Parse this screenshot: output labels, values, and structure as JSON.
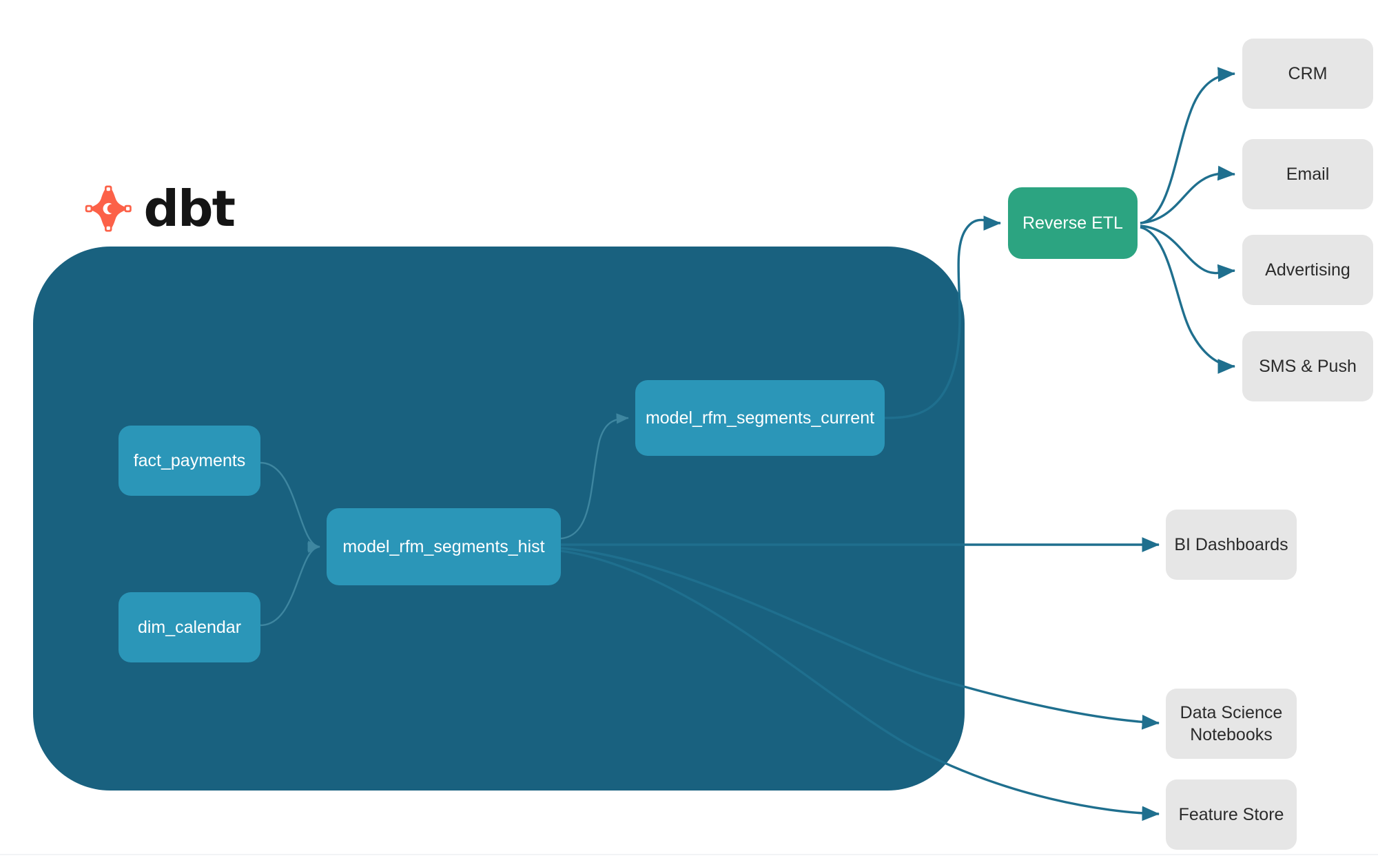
{
  "diagram": {
    "title_logo": {
      "wordmark": "dbt",
      "mark_name": "dbt-logo-mark",
      "mark_color": "#FC6148"
    },
    "colors": {
      "project_container": "#19617F",
      "model_node": "#2B96B8",
      "reverse_etl": "#2CA481",
      "destination": "#E6E6E6",
      "edge_outer": "#1F6F8E",
      "edge_inner": "#3E86A0",
      "background": "#FFFFFF"
    },
    "project": {
      "nodes": [
        {
          "id": "fact_payments",
          "label": "fact_payments"
        },
        {
          "id": "dim_calendar",
          "label": "dim_calendar"
        },
        {
          "id": "model_rfm_segments_hist",
          "label": "model_rfm_segments_hist"
        },
        {
          "id": "model_rfm_segments_current",
          "label": "model_rfm_segments_current"
        }
      ]
    },
    "activation": {
      "reverse_etl": {
        "label": "Reverse ETL"
      },
      "destinations": [
        {
          "id": "crm",
          "label": "CRM"
        },
        {
          "id": "email",
          "label": "Email"
        },
        {
          "id": "advertising",
          "label": "Advertising"
        },
        {
          "id": "sms_push",
          "label": "SMS & Push"
        }
      ]
    },
    "consumers": [
      {
        "id": "bi_dashboards",
        "label": "BI Dashboards"
      },
      {
        "id": "ds_notebooks",
        "label": "Data Science\nNotebooks",
        "line1": "Data Science",
        "line2": "Notebooks"
      },
      {
        "id": "feature_store",
        "label": "Feature Store"
      }
    ],
    "edges": [
      {
        "from": "fact_payments",
        "to": "model_rfm_segments_hist"
      },
      {
        "from": "dim_calendar",
        "to": "model_rfm_segments_hist"
      },
      {
        "from": "model_rfm_segments_hist",
        "to": "model_rfm_segments_current"
      },
      {
        "from": "model_rfm_segments_current",
        "to": "reverse_etl"
      },
      {
        "from": "reverse_etl",
        "to": "crm"
      },
      {
        "from": "reverse_etl",
        "to": "email"
      },
      {
        "from": "reverse_etl",
        "to": "advertising"
      },
      {
        "from": "reverse_etl",
        "to": "sms_push"
      },
      {
        "from": "model_rfm_segments_hist",
        "to": "bi_dashboards"
      },
      {
        "from": "model_rfm_segments_hist",
        "to": "ds_notebooks"
      },
      {
        "from": "model_rfm_segments_hist",
        "to": "feature_store"
      }
    ]
  }
}
